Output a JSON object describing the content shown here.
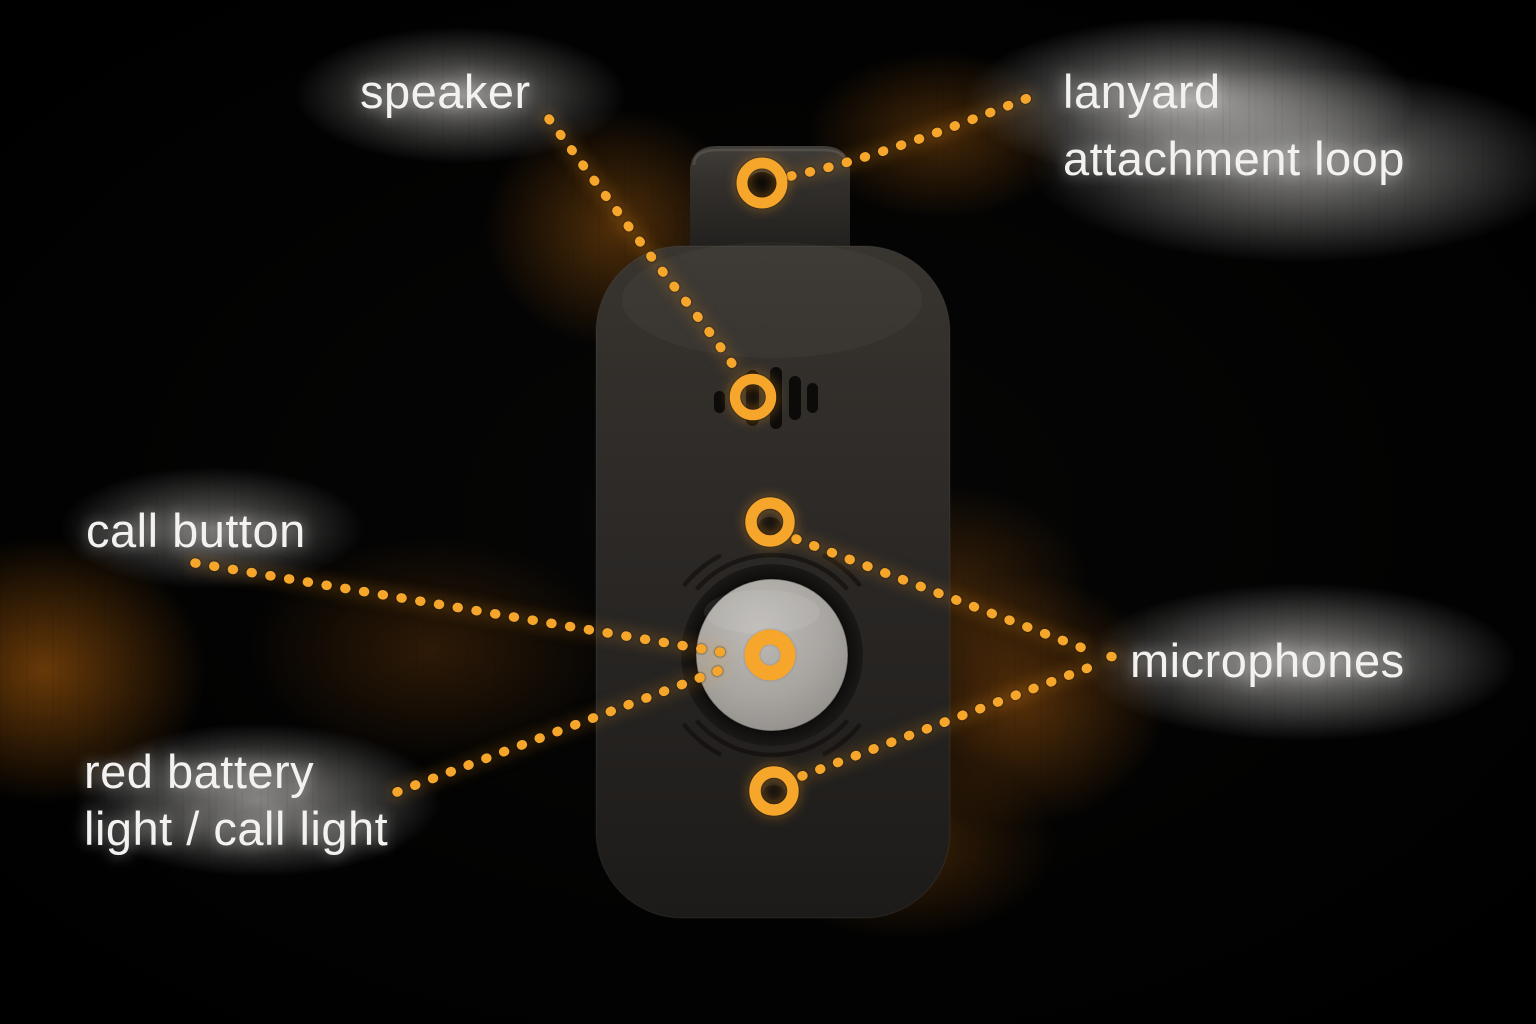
{
  "labels": {
    "speaker": "speaker",
    "lanyard_line1": "lanyard",
    "lanyard_line2": "attachment loop",
    "call_button": "call button",
    "microphones": "microphones",
    "battery_line1": "red battery",
    "battery_line2": "light / call light"
  },
  "colors": {
    "accent_orange": "#F5A62B",
    "label_text": "#F3F2F0",
    "device_body": "#2B2826",
    "button_gray": "#A9A6A2",
    "background": "#000000"
  },
  "device": {
    "annotated_parts": [
      {
        "part": "lanyard-attachment-loop",
        "label": "lanyard attachment loop"
      },
      {
        "part": "speaker",
        "label": "speaker"
      },
      {
        "part": "microphone-top",
        "label": "microphones"
      },
      {
        "part": "call-button",
        "label": "call button"
      },
      {
        "part": "red-battery-light-call-light",
        "label": "red battery light / call light"
      },
      {
        "part": "microphone-bottom",
        "label": "microphones"
      }
    ]
  }
}
